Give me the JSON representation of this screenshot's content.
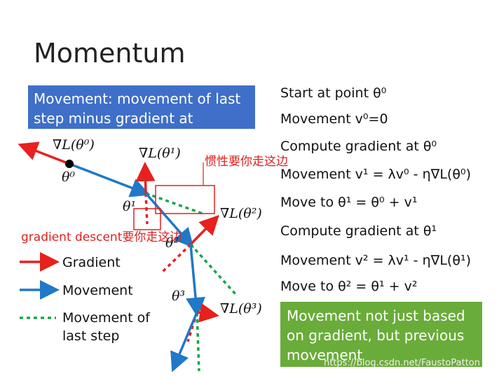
{
  "title": "Momentum",
  "blue_box": "Movement: movement of last step minus gradient at present",
  "green_box": "Movement not just based on gradient, but previous movement",
  "steps": {
    "s1": "Start at point θ⁰",
    "s2": "Movement v⁰=0",
    "s3": "Compute gradient at θ⁰",
    "s4": "Movement v¹ = λv⁰ - η∇L(θ⁰)",
    "s5": "Move to θ¹ = θ⁰ + v¹",
    "s6": "Compute gradient at θ¹",
    "s7": "Movement v² = λv¹ - η∇L(θ¹)",
    "s8": "Move to θ² = θ¹ + v²"
  },
  "labels": {
    "grad0": "∇L(θ⁰)",
    "theta0": "θ⁰",
    "grad1": "∇L(θ¹)",
    "theta1": "θ¹",
    "grad2": "∇L(θ²)",
    "theta2": "θ²",
    "theta3": "θ³",
    "grad3": "∇L(θ³)"
  },
  "annotations": {
    "inertia": "惯性要你走这边",
    "gd": "gradient descent要你走这边"
  },
  "legend": {
    "gradient": "Gradient",
    "movement": "Movement",
    "last": "Movement of last step"
  },
  "colors": {
    "gradient": "#e8201e",
    "movement": "#1f78c8",
    "last_step": "#1aa64a",
    "blue_box": "#3f6fc8",
    "green_box": "#6aac3a"
  },
  "watermark": "https://blog.csdn.net/FaustoPatton"
}
